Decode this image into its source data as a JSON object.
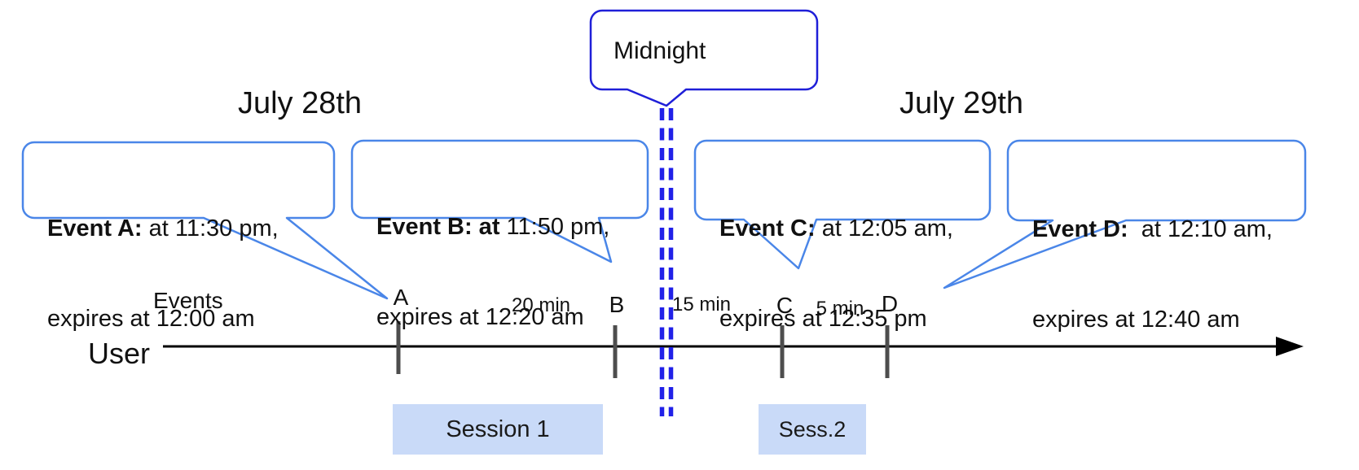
{
  "dates": {
    "left": "July 28th",
    "right": "July 29th"
  },
  "midnight_callout": {
    "label": "Midnight"
  },
  "event_callouts": [
    {
      "line1_bold": "Event A:",
      "line1_rest": " at 11:30 pm,",
      "line2": "expires at 12:00 am"
    },
    {
      "line1_bold": "Event B: at",
      "line1_rest": " 11:50 pm,",
      "line2": "expires at 12:20 am"
    },
    {
      "line1_bold": "Event C:",
      "line1_rest": " at 12:05 am,",
      "line2": "expires at 12:35 pm"
    },
    {
      "line1_bold": "Event D:",
      "line1_rest": "  at 12:10 am,",
      "line2": "expires at 12:40 am"
    }
  ],
  "timeline": {
    "row_label": "User",
    "events_label": "Events",
    "tick_labels": [
      "A",
      "B",
      "C",
      "D"
    ],
    "interval_labels": [
      "20 min",
      "15 min",
      "5 min"
    ]
  },
  "sessions": [
    {
      "label": "Session 1"
    },
    {
      "label": "Sess.2"
    }
  ],
  "colors": {
    "event_callout_border": "#4a86e8",
    "midnight_border": "#1f1fd8",
    "midnight_dash_line": "#2121e8",
    "session_fill": "#c9daf8",
    "tick": "#4d4d4d",
    "timeline": "#000000",
    "text": "#111111"
  }
}
